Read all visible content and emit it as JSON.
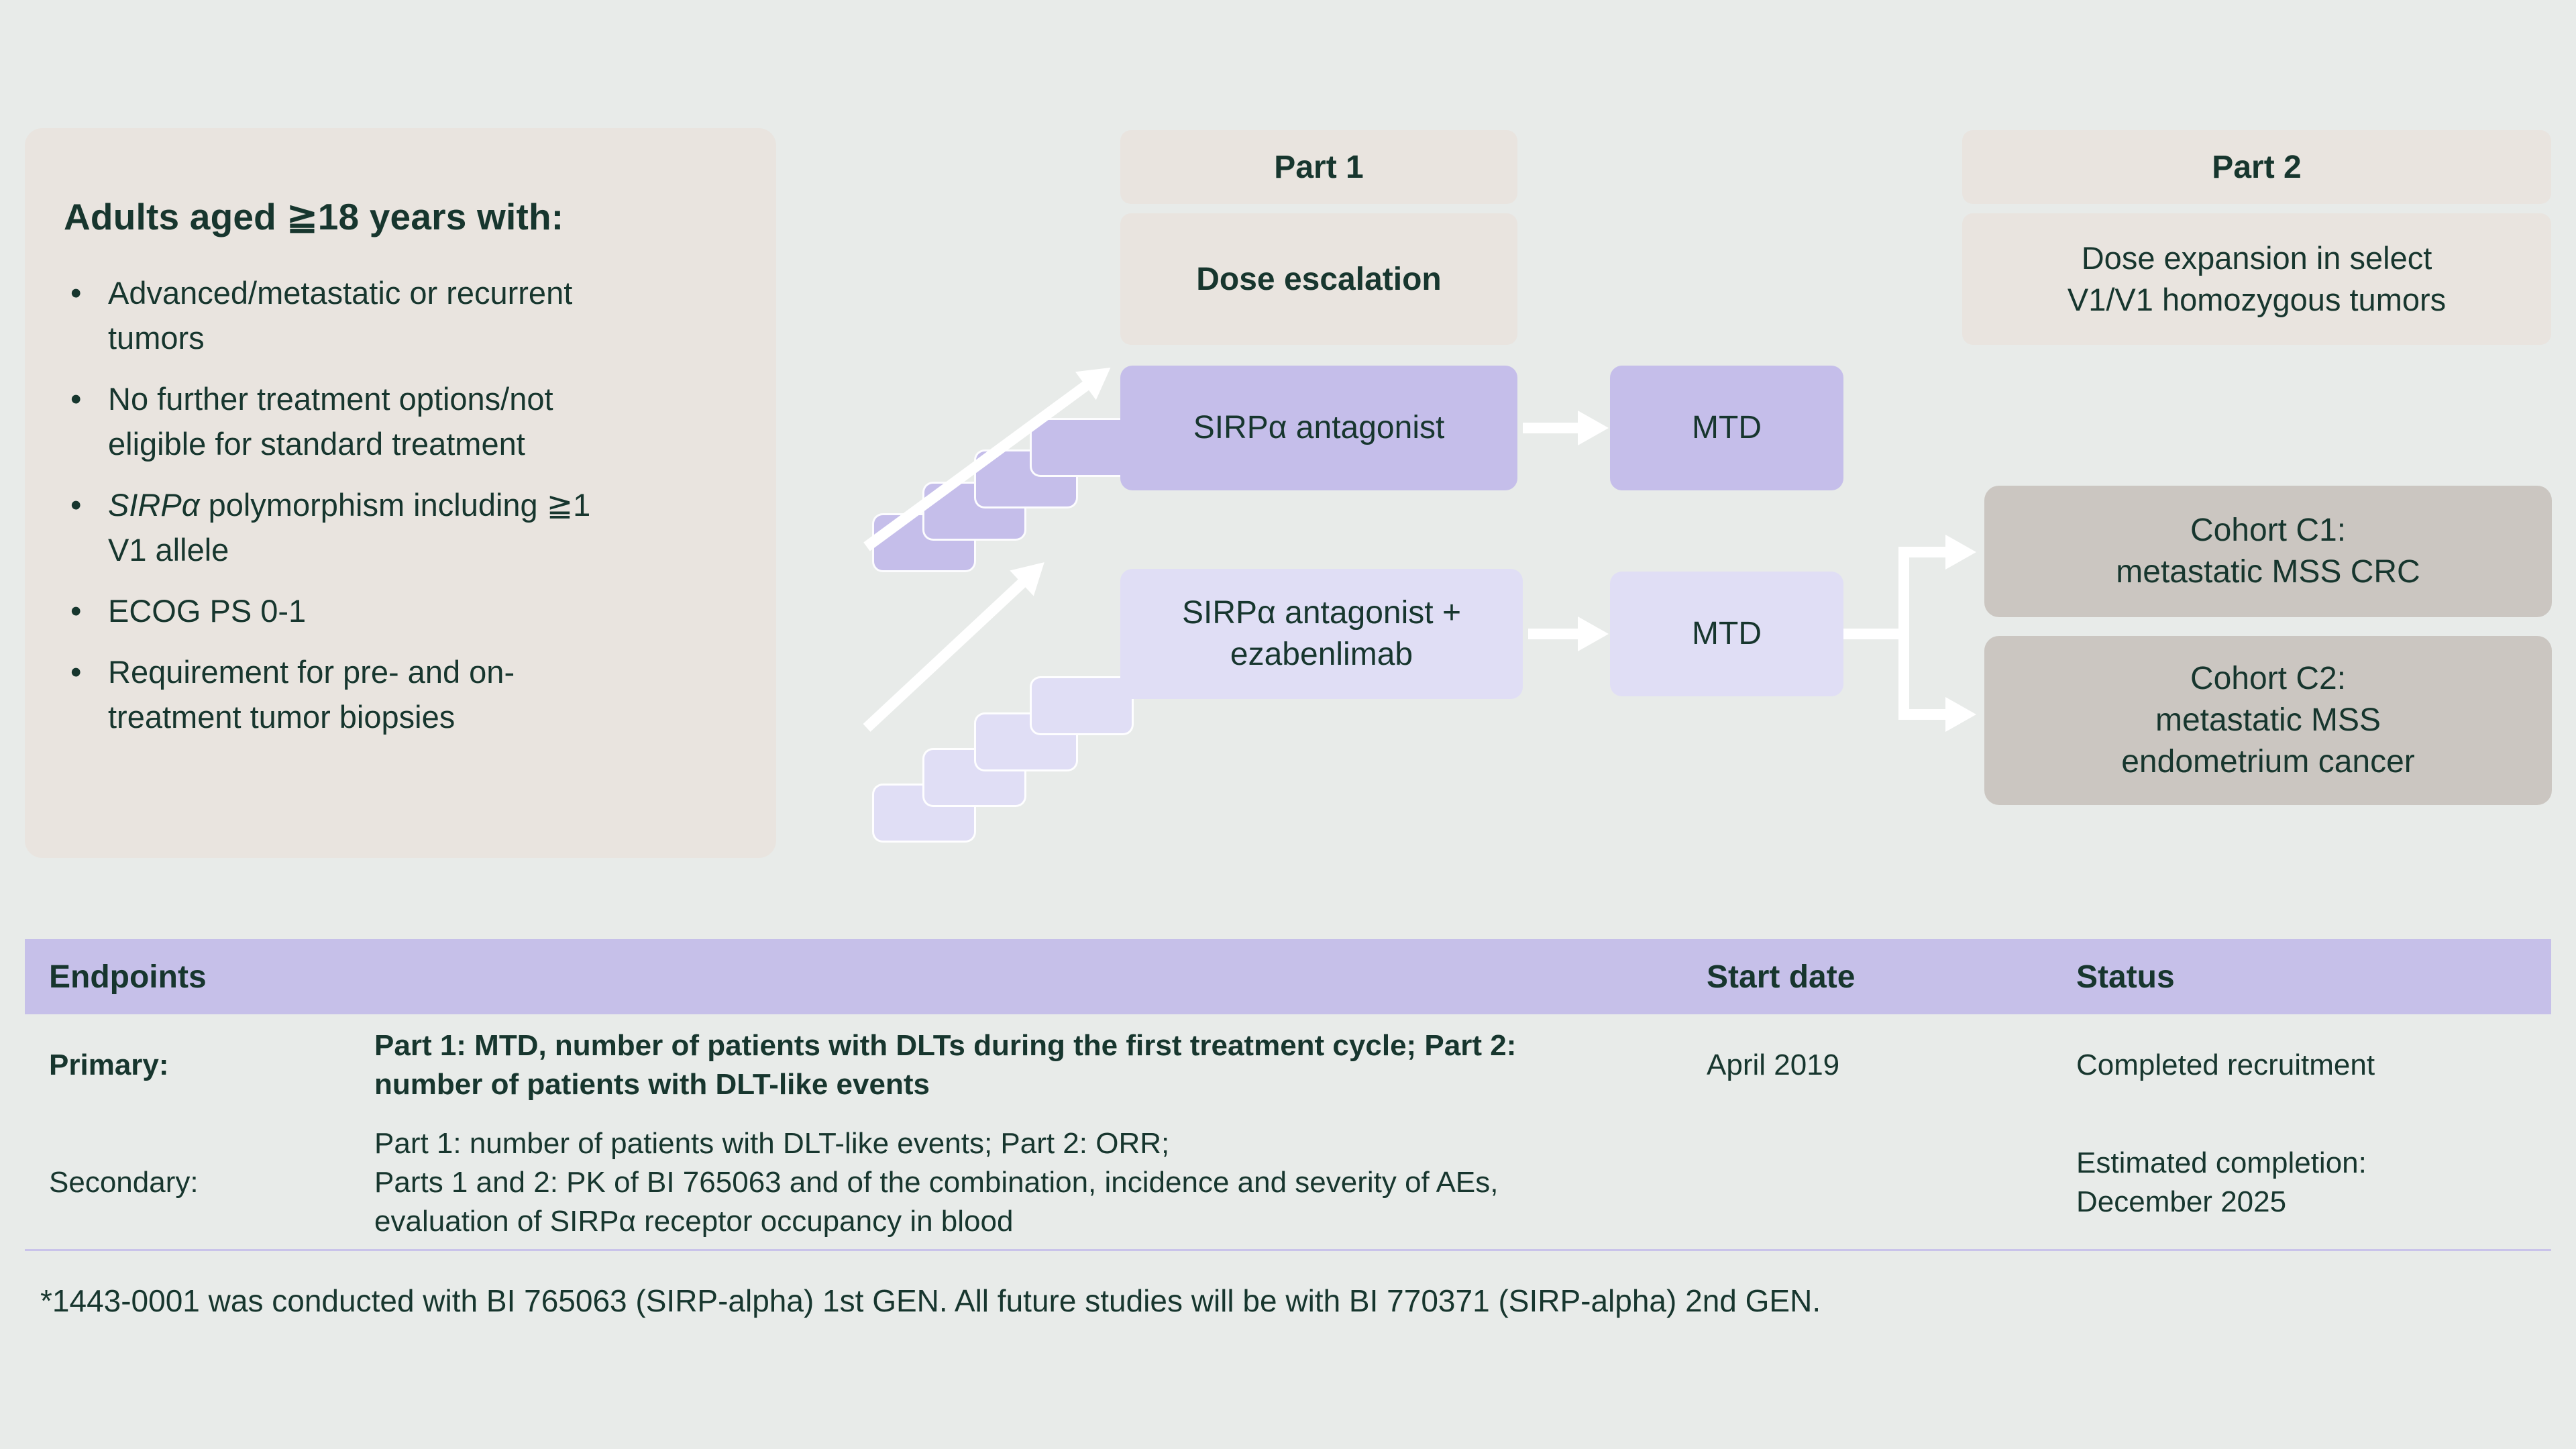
{
  "colors": {
    "background": "#e8ebe9",
    "panel_beige": "#e9e4df",
    "purple_solid": "#c5beea",
    "purple_light": "#e0def5",
    "cohort_gray": "#cbc6c1",
    "table_header_purple": "#c6c0e9",
    "text_dark": "#17362e",
    "arrow_white": "#ffffff"
  },
  "eligibility": {
    "title": "Adults aged ≧18 years with:",
    "bullets": [
      {
        "italic": "",
        "text": "Advanced/metastatic or recurrent\ntumors"
      },
      {
        "italic": "",
        "text": "No further treatment options/not\neligible for standard treatment"
      },
      {
        "italic": "SIRPα",
        "text": " polymorphism including ≧1\nV1 allele"
      },
      {
        "italic": "",
        "text": "ECOG PS 0-1"
      },
      {
        "italic": "",
        "text": "Requirement for pre- and on-\ntreatment tumor biopsies"
      }
    ]
  },
  "part1": {
    "header": "Part 1",
    "subheader": "Dose escalation",
    "mono_box": "SIRPα antagonist",
    "mono_mtd": "MTD",
    "combo_box": "SIRPα antagonist +\nezabenlimab",
    "combo_mtd": "MTD"
  },
  "part2": {
    "header": "Part 2",
    "subheader": "Dose expansion in select\nV1/V1 homozygous tumors",
    "cohort_c1": "Cohort C1:\nmetastatic MSS CRC",
    "cohort_c2": "Cohort C2:\nmetastatic MSS\nendometrium cancer"
  },
  "endpoints_table": {
    "header": {
      "endpoints": "Endpoints",
      "start_date": "Start date",
      "status": "Status"
    },
    "rows": [
      {
        "label": "Primary:",
        "description": "Part 1: MTD, number of patients with DLTs during the first treatment cycle; Part 2:\nnumber of patients with DLT-like events",
        "start_date": "April 2019",
        "status": "Completed recruitment"
      },
      {
        "label": "Secondary:",
        "description": "Part 1: number of patients with DLT-like events; Part 2: ORR;\nParts 1 and 2: PK of BI 765063 and of the combination, incidence and severity of AEs,\nevaluation of SIRPα receptor occupancy in blood",
        "start_date": "",
        "status": "Estimated completion:\nDecember 2025"
      }
    ]
  },
  "footnote": "*1443-0001 was conducted with BI 765063 (SIRP-alpha) 1st GEN. All future studies will be with BI 770371 (SIRP-alpha) 2nd GEN."
}
